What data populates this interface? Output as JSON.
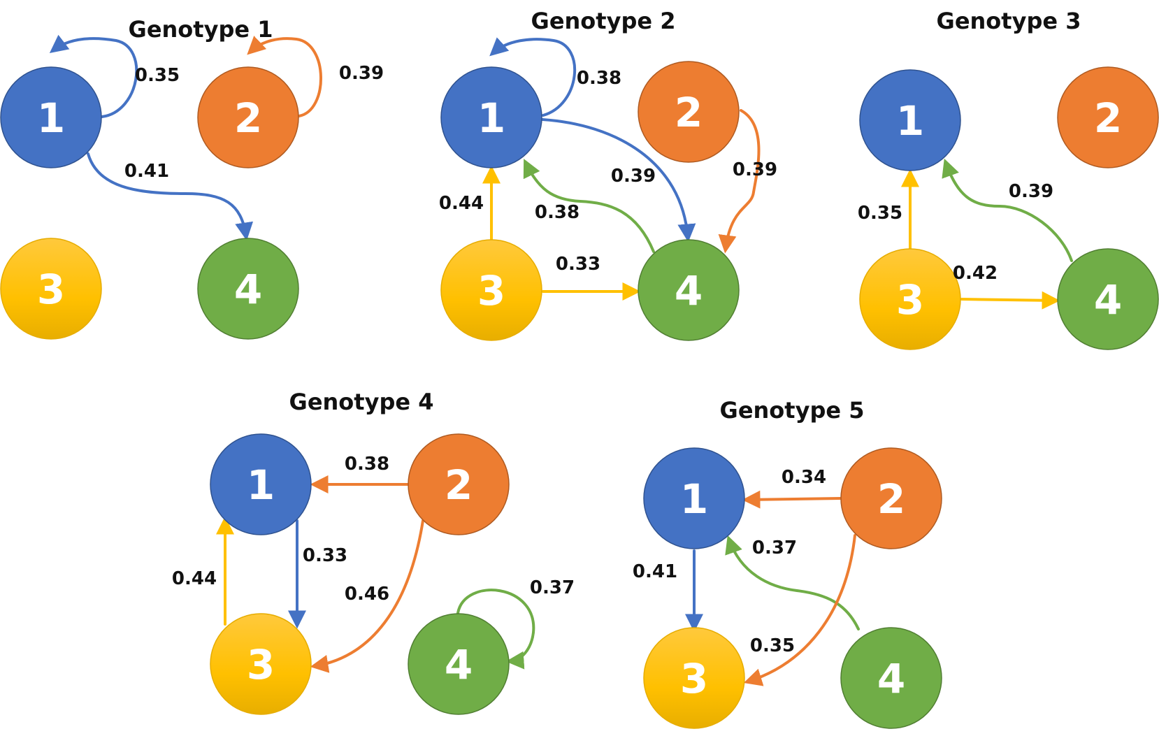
{
  "colors": {
    "1": "#4472C4",
    "2": "#ED7D31",
    "3": "#FFC000",
    "4": "#70AD47",
    "1_stroke": "#2F528F",
    "2_stroke": "#AE5A21",
    "3_stroke": "#E6AC00",
    "4_stroke": "#507E32"
  },
  "genotypes": [
    {
      "title": "Genotype 1",
      "nodes": [
        "1",
        "2",
        "3",
        "4"
      ],
      "edges": [
        {
          "from": "1",
          "to": "1",
          "weight": "0.35"
        },
        {
          "from": "2",
          "to": "2",
          "weight": "0.39"
        },
        {
          "from": "1",
          "to": "4",
          "weight": "0.41"
        }
      ]
    },
    {
      "title": "Genotype 2",
      "nodes": [
        "1",
        "2",
        "3",
        "4"
      ],
      "edges": [
        {
          "from": "1",
          "to": "1",
          "weight": "0.38"
        },
        {
          "from": "1",
          "to": "4",
          "weight": "0.39"
        },
        {
          "from": "2",
          "to": "4",
          "weight": "0.39"
        },
        {
          "from": "3",
          "to": "1",
          "weight": "0.44"
        },
        {
          "from": "4",
          "to": "1",
          "weight": "0.38"
        },
        {
          "from": "3",
          "to": "4",
          "weight": "0.33"
        }
      ]
    },
    {
      "title": "Genotype 3",
      "nodes": [
        "1",
        "2",
        "3",
        "4"
      ],
      "edges": [
        {
          "from": "3",
          "to": "1",
          "weight": "0.35"
        },
        {
          "from": "4",
          "to": "1",
          "weight": "0.39"
        },
        {
          "from": "3",
          "to": "4",
          "weight": "0.42"
        }
      ]
    },
    {
      "title": "Genotype 4",
      "nodes": [
        "1",
        "2",
        "3",
        "4"
      ],
      "edges": [
        {
          "from": "2",
          "to": "1",
          "weight": "0.38"
        },
        {
          "from": "1",
          "to": "3",
          "weight": "0.33"
        },
        {
          "from": "3",
          "to": "1",
          "weight": "0.44"
        },
        {
          "from": "2",
          "to": "3",
          "weight": "0.46"
        },
        {
          "from": "4",
          "to": "4",
          "weight": "0.37"
        }
      ]
    },
    {
      "title": "Genotype 5",
      "nodes": [
        "1",
        "2",
        "3",
        "4"
      ],
      "edges": [
        {
          "from": "2",
          "to": "1",
          "weight": "0.34"
        },
        {
          "from": "4",
          "to": "1",
          "weight": "0.37"
        },
        {
          "from": "1",
          "to": "3",
          "weight": "0.41"
        },
        {
          "from": "2",
          "to": "3",
          "weight": "0.35"
        }
      ]
    }
  ]
}
